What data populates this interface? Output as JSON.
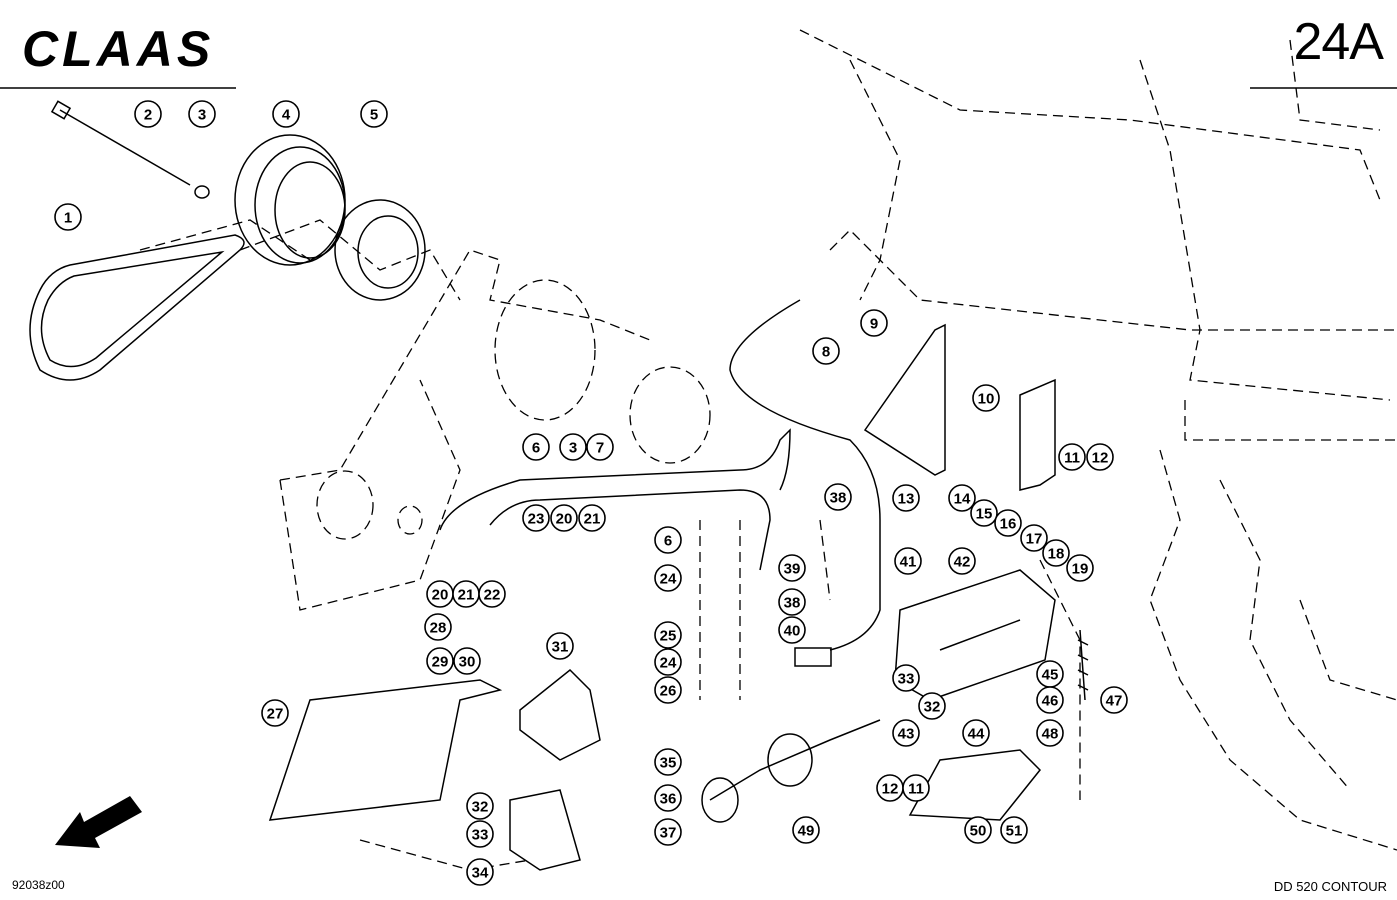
{
  "header": {
    "brand": "CLAAS",
    "page_number": "24A"
  },
  "footer": {
    "drawing_number": "92038z00",
    "model": "DD 520 CONTOUR"
  },
  "callouts": [
    "1",
    "2",
    "3",
    "4",
    "5",
    "3",
    "7",
    "6",
    "6",
    "8",
    "9",
    "10",
    "11",
    "12",
    "13",
    "14",
    "15",
    "16",
    "17",
    "18",
    "19",
    "20",
    "21",
    "22",
    "23",
    "20",
    "21",
    "24",
    "24",
    "25",
    "26",
    "27",
    "28",
    "29",
    "30",
    "31",
    "32",
    "33",
    "32",
    "33",
    "34",
    "35",
    "36",
    "37",
    "38",
    "38",
    "39",
    "40",
    "41",
    "42",
    "43",
    "44",
    "45",
    "46",
    "47",
    "48",
    "49",
    "50",
    "51",
    "12",
    "11"
  ]
}
